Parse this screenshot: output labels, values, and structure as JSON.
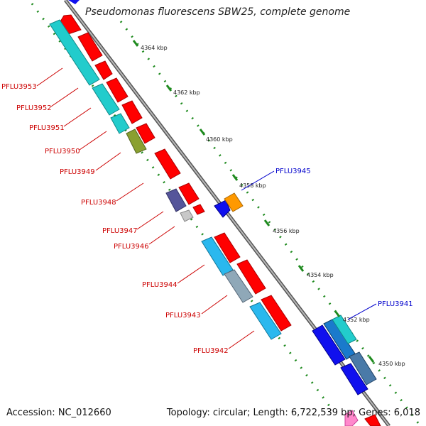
{
  "header": {
    "title": "Pseudomonas fluorescens SBW25, complete genome"
  },
  "footer": {
    "accession": "Accession: NC_012660",
    "summary": "Topology: circular; Length: 6,722,539 bp; Genes: 6,018"
  },
  "scale_labels": [
    "4364 kbp",
    "4362 kbp",
    "4360 kbp",
    "4358 kbp",
    "4356 kbp",
    "4354 kbp",
    "4352 kbp",
    "4350 kbp"
  ],
  "gene_labels": [
    "PFLU3953",
    "PFLU3952",
    "PFLU3951",
    "PFLU3950",
    "PFLU3949",
    "PFLU3948",
    "PFLU3947",
    "PFLU3946",
    "PFLU3944",
    "PFLU3943",
    "PFLU3942",
    "PFLU3945",
    "PFLU3941"
  ],
  "colors": {
    "forward_label": "#cc0000",
    "reverse_label": "#0000cc",
    "backbone": "#888888",
    "tick_dots": "#1e8a1e",
    "cds_red": "#ff0000",
    "cds_cyan": "#22cccc",
    "cds_blue": "#1010ee",
    "cds_orange": "#ff9900",
    "cds_purple": "#55559a"
  }
}
